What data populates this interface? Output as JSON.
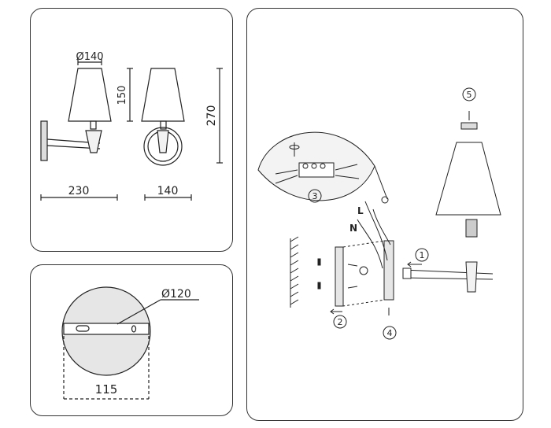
{
  "dimensions": {
    "shade_diameter": "Ø140",
    "shade_height": "150",
    "total_height": "270",
    "length": "230",
    "width": "140"
  },
  "mounting_plate": {
    "diameter": "Ø120",
    "hole_spacing": "115"
  },
  "installation": {
    "step_markers": [
      "1",
      "2",
      "3",
      "4",
      "5"
    ],
    "wire_labels": {
      "live": "L",
      "neutral": "N"
    }
  },
  "colors": {
    "line": "#222222",
    "panel_border": "#333333",
    "fill_gray": "#e6e6e6"
  }
}
